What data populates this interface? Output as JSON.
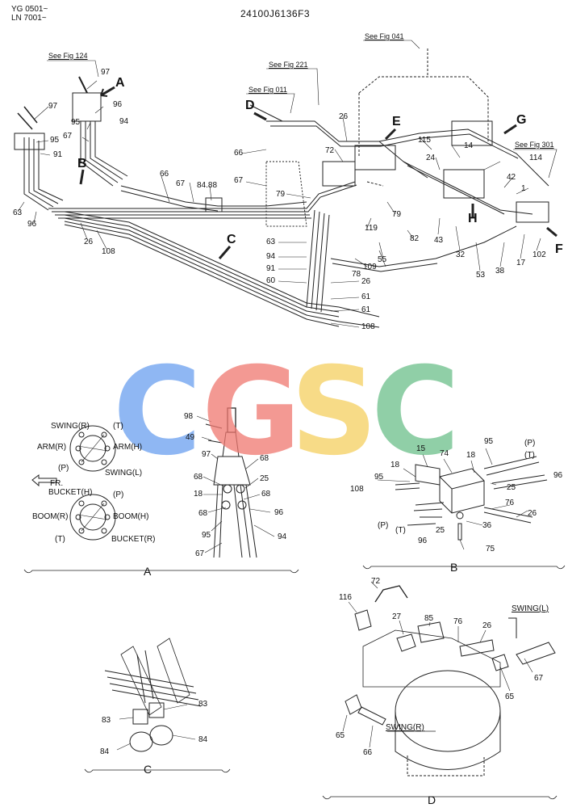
{
  "header": {
    "model_line1": "YG 0501~",
    "model_line2": "LN 7001~",
    "part_code": "24100J6136F3"
  },
  "refs": [
    "See Fig 124",
    "See Fig 041",
    "See Fig 221",
    "See Fig 011",
    "See Fig 301"
  ],
  "watermark": {
    "letters": [
      "C",
      "G",
      "S",
      "C"
    ],
    "colors": [
      "#6aa0f0",
      "#f07870",
      "#f5d060",
      "#6cc08a"
    ]
  },
  "arrows": [
    "A",
    "B",
    "C",
    "D",
    "E",
    "F",
    "G",
    "H"
  ],
  "main_numbers": [
    "97",
    "96",
    "94",
    "95",
    "67",
    "97",
    "95",
    "91",
    "63",
    "96",
    "26",
    "108",
    "66",
    "67",
    "84.88",
    "66",
    "67",
    "79",
    "72",
    "26",
    "115",
    "24",
    "14",
    "114",
    "42",
    "1",
    "79",
    "119",
    "82",
    "55",
    "43",
    "32",
    "53",
    "38",
    "17",
    "102",
    "63",
    "94",
    "91",
    "60",
    "78",
    "109",
    "26",
    "61",
    "61",
    "108"
  ],
  "detail_a": {
    "caption": "A",
    "labels": [
      "SWING(R)",
      "(T)",
      "ARM(R)",
      "ARM(H)",
      "(P)",
      "SWING(L)",
      "FR.",
      "BUCKET(H)",
      "(P)",
      "BOOM(R)",
      "BOOM(H)",
      "(T)",
      "BUCKET(R)"
    ],
    "numbers": [
      "98",
      "49",
      "97",
      "68",
      "68",
      "25",
      "18",
      "68",
      "68",
      "96",
      "95",
      "94",
      "67"
    ]
  },
  "detail_b": {
    "caption": "B",
    "labels": [
      "(P)",
      "(T)",
      "(P)",
      "(T)"
    ],
    "numbers": [
      "15",
      "74",
      "18",
      "95",
      "18",
      "95",
      "96",
      "108",
      "25",
      "76",
      "26",
      "36",
      "96",
      "25",
      "75"
    ]
  },
  "detail_c": {
    "caption": "C",
    "numbers": [
      "83",
      "83",
      "84",
      "84"
    ]
  },
  "detail_d": {
    "caption": "D",
    "labels": [
      "SWING(L)",
      "SWING(R)"
    ],
    "numbers": [
      "72",
      "116",
      "27",
      "85",
      "76",
      "26",
      "67",
      "65",
      "65",
      "66"
    ]
  }
}
